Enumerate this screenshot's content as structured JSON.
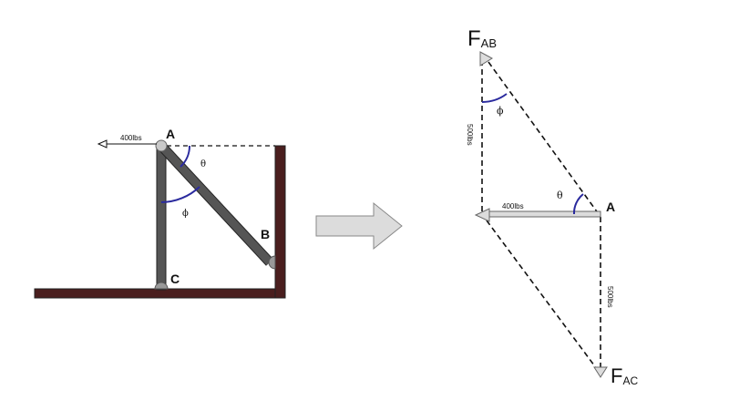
{
  "left_figure": {
    "force_label": "400lbs",
    "point_a": "A",
    "point_b": "B",
    "point_c": "C",
    "angle_theta": "θ",
    "angle_phi": "ϕ",
    "wall_color": "#4a1e1e",
    "member_color": "#555555",
    "angle_arc_color": "#2a2a9e"
  },
  "transition_arrow": {
    "icon": "right-arrow-icon",
    "color": "#dcdcdc"
  },
  "right_figure": {
    "f_ab_main": "F",
    "f_ab_sub": "AB",
    "f_ac_main": "F",
    "f_ac_sub": "AC",
    "point_a": "A",
    "horizontal_label": "400lbs",
    "vertical_left_label": "500lbs",
    "vertical_right_label": "500lbs",
    "angle_theta": "θ",
    "angle_phi": "ϕ"
  }
}
